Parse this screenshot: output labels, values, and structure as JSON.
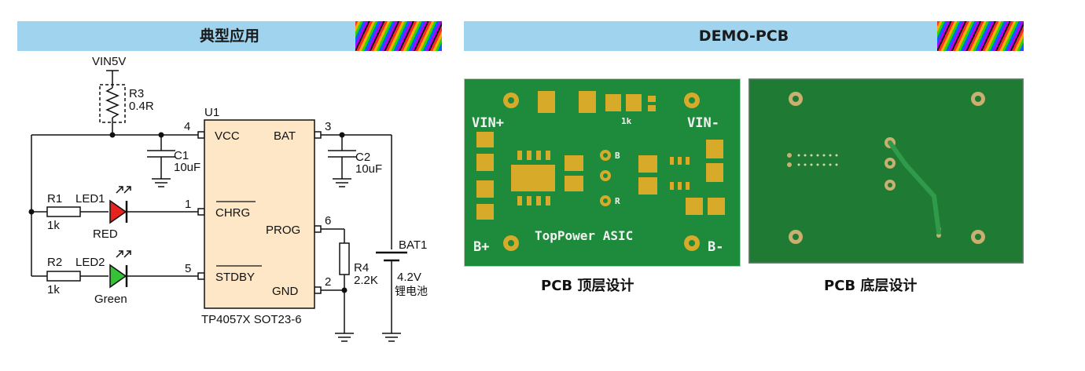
{
  "left_banner": {
    "title": "典型应用"
  },
  "right_banner": {
    "title": "DEMO-PCB"
  },
  "schematic": {
    "vin_label": "VIN5V",
    "r3_ref": "R3",
    "r3_value": "0.4R",
    "u1_ref": "U1",
    "pin_vcc_num": "4",
    "pin_vcc_name": "VCC",
    "pin_bat_num": "3",
    "pin_bat_name": "BAT",
    "pin_chrg_num": "1",
    "pin_chrg_name": "CHRG",
    "pin_prog_num": "6",
    "pin_prog_name": "PROG",
    "pin_stdby_num": "5",
    "pin_stdby_name": "STDBY",
    "pin_gnd_num": "2",
    "pin_gnd_name": "GND",
    "c1_ref": "C1",
    "c1_value": "10uF",
    "c2_ref": "C2",
    "c2_value": "10uF",
    "r1_ref": "R1",
    "r1_value": "1k",
    "led1_ref": "LED1",
    "led1_color": "RED",
    "r2_ref": "R2",
    "r2_value": "1k",
    "led2_ref": "LED2",
    "led2_color": "Green",
    "r4_ref": "R4",
    "r4_value": "2.2K",
    "bat_ref": "BAT1",
    "bat_value": "4.2V",
    "bat_type": "锂电池",
    "chip_caption": "TP4057X SOT23-6",
    "chip_fill": "#fde7c6",
    "led1_fill": "#e8231f",
    "led2_fill": "#36c236"
  },
  "pcb_top": {
    "vin_plus": "VIN+",
    "vin_minus": "VIN-",
    "b_plus": "B+",
    "b_minus": "B-",
    "silk_1k": "1k",
    "silk_b": "B",
    "silk_r": "R",
    "brand": "TopPower ASIC",
    "caption": "PCB 顶层设计",
    "board_color": "#1e8a3c",
    "pad_color": "#d8aa2a"
  },
  "pcb_bottom": {
    "caption": "PCB 底层设计",
    "board_color": "#1f7a33"
  }
}
